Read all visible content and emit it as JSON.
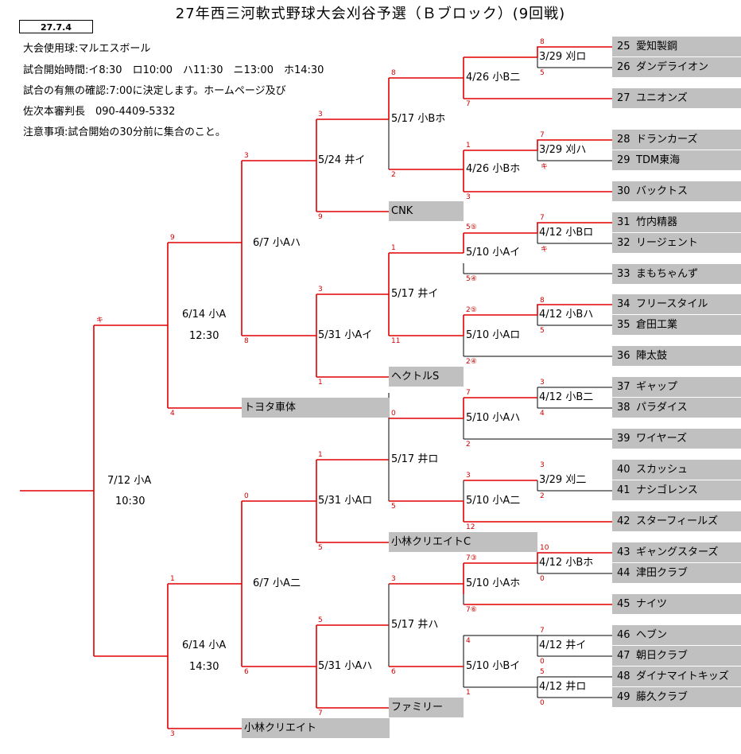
{
  "title": "27年西三河軟式野球大会刈谷予選（Ｂブロック）(9回戦)",
  "date": "27.7.4",
  "notes": [
    "大会使用球:マルエスボール",
    "試合開始時間:イ8:30　ロ10:00　ハ11:30　ニ13:00　ホ14:30",
    "試合の有無の確認:7:00に決定します。ホームページ及び",
    "佐次本審判長　090-4409-5332",
    "注意事項:試合開始の30分前に集合のこと。"
  ],
  "teams": [
    {
      "no": "25",
      "name": "愛知製鋼"
    },
    {
      "no": "26",
      "name": "ダンデライオン"
    },
    {
      "no": "27",
      "name": "ユニオンズ"
    },
    {
      "no": "28",
      "name": "ドランカーズ"
    },
    {
      "no": "29",
      "name": "TDM東海"
    },
    {
      "no": "30",
      "name": "バックトス"
    },
    {
      "no": "31",
      "name": "竹内精器"
    },
    {
      "no": "32",
      "name": "リージェント"
    },
    {
      "no": "33",
      "name": "まもちゃんず"
    },
    {
      "no": "34",
      "name": "フリースタイル"
    },
    {
      "no": "35",
      "name": "倉田工業"
    },
    {
      "no": "36",
      "name": "陣太鼓"
    },
    {
      "no": "37",
      "name": "ギャップ"
    },
    {
      "no": "38",
      "name": "パラダイス"
    },
    {
      "no": "39",
      "name": "ワイヤーズ"
    },
    {
      "no": "40",
      "name": "スカッシュ"
    },
    {
      "no": "41",
      "name": "ナシゴレンス"
    },
    {
      "no": "42",
      "name": "スターフィールズ"
    },
    {
      "no": "43",
      "name": "ギャングスターズ"
    },
    {
      "no": "44",
      "name": "津田クラブ"
    },
    {
      "no": "45",
      "name": "ナイツ"
    },
    {
      "no": "46",
      "name": "ヘブン"
    },
    {
      "no": "47",
      "name": "朝日クラブ"
    },
    {
      "no": "48",
      "name": "ダイナマイトキッズ"
    },
    {
      "no": "49",
      "name": "藤久クラブ"
    }
  ],
  "byes": [
    "CNK",
    "ヘクトルS",
    "トヨタ車体",
    "小林クリエイトC",
    "ファミリー",
    "小林クリエイト"
  ],
  "games": {
    "r1": [
      "3/29 刈ロ",
      "3/29 刈ハ",
      "4/12 小Bロ",
      "4/12 小Bハ",
      "4/12 小B二",
      "3/29 刈二",
      "4/12 小Bホ",
      "4/12 井イ",
      "4/12 井ロ"
    ],
    "r2": [
      "4/26 小B二",
      "4/26 小Bホ",
      "5/10 小Aイ",
      "5/10 小Aロ",
      "5/10 小Aハ",
      "5/10 小A二",
      "5/10 小Aホ",
      "5/10 小Bイ"
    ],
    "r3": [
      "5/17 小Bホ",
      "5/17 井イ",
      "5/17 井ロ",
      "5/17 井ハ"
    ],
    "r4": [
      "5/24 井イ",
      "5/31 小Aイ",
      "5/31 小Aロ",
      "5/31 小Aハ"
    ],
    "r5": [
      "6/7 小Aハ",
      "6/7 小A二"
    ],
    "r6a": [
      "6/14 小A",
      "12:30"
    ],
    "r6b": [
      "6/14 小A",
      "14:30"
    ],
    "final": [
      "7/12 小A",
      "10:30"
    ]
  },
  "scores": [
    "8",
    "5",
    "7",
    "7",
    "キ",
    "1",
    "3",
    "キ",
    "7",
    "5⑤",
    "5④",
    "8",
    "2⑤",
    "5",
    "2④",
    "3",
    "7",
    "4",
    "2",
    "3",
    "3",
    "2",
    "12",
    "10",
    "0",
    "7③",
    "7⑥",
    "7",
    "0",
    "5",
    "0",
    "4",
    "1",
    "8",
    "2",
    "3",
    "9",
    "1",
    "11",
    "3",
    "0",
    "5",
    "1",
    "5",
    "3",
    "5",
    "7",
    "6",
    "3",
    "1",
    "8",
    "9",
    "4",
    "0",
    "6",
    "1",
    "3",
    "キ"
  ]
}
